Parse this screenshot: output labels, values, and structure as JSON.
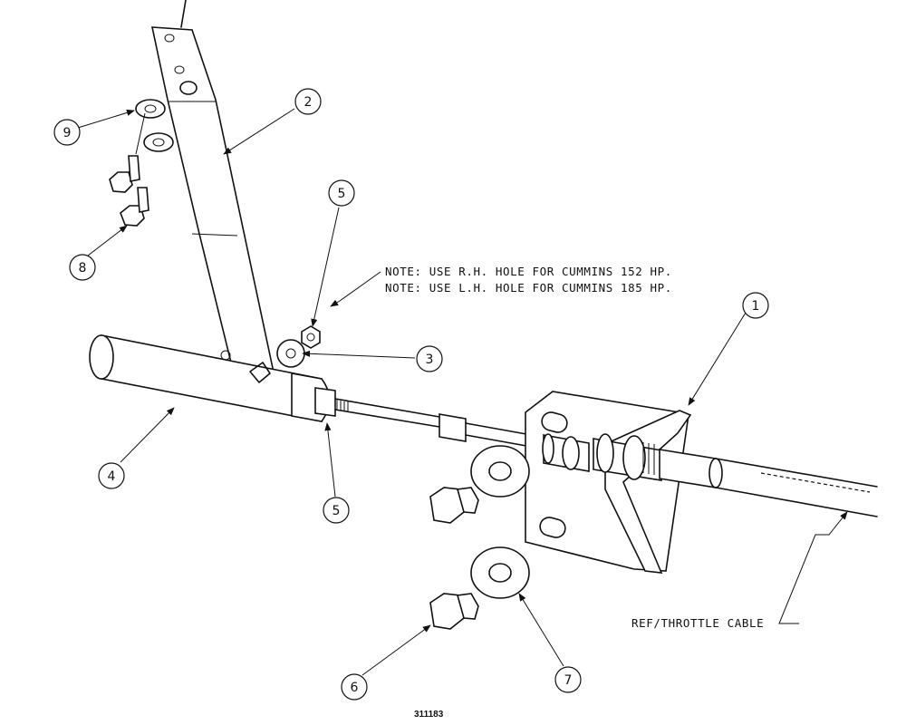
{
  "callouts": [
    "1",
    "2",
    "3",
    "4",
    "5",
    "5",
    "6",
    "7",
    "8",
    "9"
  ],
  "notes": [
    "NOTE: USE R.H. HOLE FOR CUMMINS 152 HP.",
    "NOTE: USE L.H. HOLE FOR CUMMINS 185 HP."
  ],
  "reference_label": "REF/THROTTLE CABLE",
  "figure_number": "311183"
}
